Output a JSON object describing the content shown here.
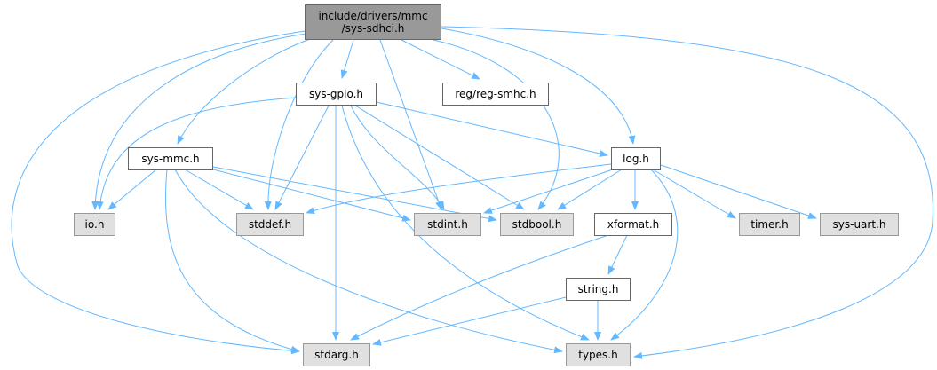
{
  "diagram": {
    "edge_color": "#63b8ff",
    "root": {
      "line1": "include/drivers/mmc",
      "line2": "/sys-sdhci.h"
    },
    "nodes": {
      "sys_gpio": "sys-gpio.h",
      "reg_smhc": "reg/reg-smhc.h",
      "sys_mmc": "sys-mmc.h",
      "log": "log.h",
      "io": "io.h",
      "stddef": "stddef.h",
      "stdint": "stdint.h",
      "stdbool": "stdbool.h",
      "xformat": "xformat.h",
      "timer": "timer.h",
      "sys_uart": "sys-uart.h",
      "string": "string.h",
      "stdarg": "stdarg.h",
      "types": "types.h"
    },
    "edges": [
      [
        "root",
        "sys_gpio"
      ],
      [
        "root",
        "reg_smhc"
      ],
      [
        "root",
        "sys_mmc"
      ],
      [
        "root",
        "log"
      ],
      [
        "root",
        "io"
      ],
      [
        "root",
        "stddef"
      ],
      [
        "root",
        "stdint"
      ],
      [
        "root",
        "stdbool"
      ],
      [
        "root",
        "stdarg"
      ],
      [
        "root",
        "types"
      ],
      [
        "sys_gpio",
        "log"
      ],
      [
        "sys_gpio",
        "io"
      ],
      [
        "sys_gpio",
        "stddef"
      ],
      [
        "sys_gpio",
        "stdint"
      ],
      [
        "sys_gpio",
        "stdbool"
      ],
      [
        "sys_gpio",
        "stdarg"
      ],
      [
        "sys_gpio",
        "types"
      ],
      [
        "sys_mmc",
        "io"
      ],
      [
        "sys_mmc",
        "stddef"
      ],
      [
        "sys_mmc",
        "stdint"
      ],
      [
        "sys_mmc",
        "stdbool"
      ],
      [
        "sys_mmc",
        "stdarg"
      ],
      [
        "sys_mmc",
        "types"
      ],
      [
        "log",
        "stddef"
      ],
      [
        "log",
        "stdint"
      ],
      [
        "log",
        "stdbool"
      ],
      [
        "log",
        "xformat"
      ],
      [
        "log",
        "timer"
      ],
      [
        "log",
        "sys_uart"
      ],
      [
        "log",
        "types"
      ],
      [
        "xformat",
        "string"
      ],
      [
        "xformat",
        "stdarg"
      ],
      [
        "string",
        "stdarg"
      ],
      [
        "string",
        "types"
      ]
    ]
  }
}
